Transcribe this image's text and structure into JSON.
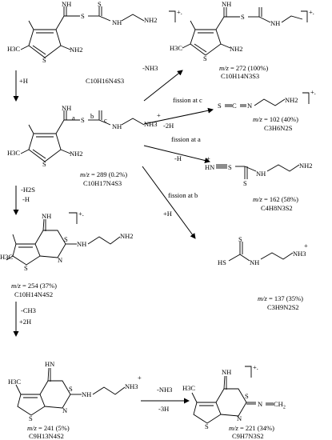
{
  "mz_prefix": "m/z",
  "structures": {
    "parent": {
      "formula": "C10H16N4S3"
    },
    "protonated": {
      "mz": " = 289 (0.2%)",
      "formula": "C10H17N4S3"
    },
    "loss_nh3_product": {
      "mz": " = 272 (100%)",
      "formula": "C10H14N3S3"
    },
    "fission_c_product": {
      "mz": " = 102 (40%)",
      "formula": "C3H6N2S"
    },
    "fission_a_product": {
      "mz": " = 162 (58%)",
      "formula": "C4H8N3S2"
    },
    "fission_b_product": {
      "mz": " = 137 (35%)",
      "formula": "C3H9N2S2"
    },
    "cyclized": {
      "mz": " = 254 (37%)",
      "formula": "C10H14N4S2"
    },
    "demethylated": {
      "mz": " = 241 (5%)",
      "formula": "C9H13N4S2"
    },
    "final": {
      "mz": " = 221 (34%)",
      "formula": "C9H7N3S2"
    }
  },
  "arrows": {
    "protonation": "+H",
    "loss_nh3": "-NH3",
    "fission_c": "fission at c",
    "fission_c_sub": "-2H",
    "fission_a": "fission at a",
    "fission_a_sub": "-H",
    "fission_b": "fission at b",
    "fission_b_sub": "+H",
    "h2s": "-H2S",
    "h2s_sub": "-H",
    "ch3": "-CH3",
    "ch3_sub": "+2H",
    "final_1": "-NH3",
    "final_2": "-3H"
  },
  "atom_labels": {
    "nh": "NH",
    "nh2": "NH2",
    "nh3": "NH3",
    "s": "S",
    "n": "N",
    "h3c": "H3C",
    "hn": "HN",
    "hs": "HS",
    "bond_a": "a",
    "bond_b": "b",
    "bond_c": "c",
    "plus": "+",
    "radical_cation": "+."
  }
}
